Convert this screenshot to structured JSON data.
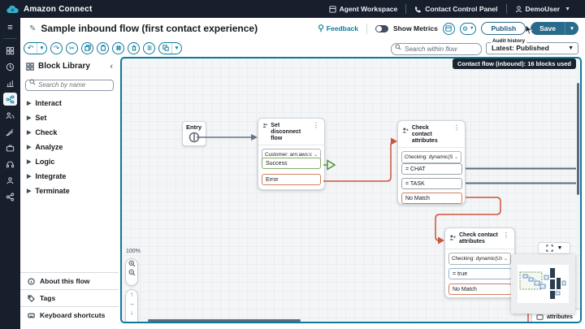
{
  "topbar": {
    "brand": "Amazon Connect",
    "agent_workspace": "Agent Workspace",
    "contact_control_panel": "Contact Control Panel",
    "user": "DemoUser"
  },
  "header": {
    "title": "Sample inbound flow (first contact experience)",
    "feedback": "Feedback",
    "show_metrics": "Show Metrics",
    "publish": "Publish",
    "save": "Save"
  },
  "toolbar": {
    "search_placeholder": "Search within flow",
    "audit_label": "Audit history",
    "audit_value": "Latest: Published"
  },
  "library": {
    "title": "Block Library",
    "search_placeholder": "Search by name",
    "sections": [
      "Interact",
      "Set",
      "Check",
      "Analyze",
      "Logic",
      "Integrate",
      "Terminate"
    ],
    "about": "About this flow",
    "tags": "Tags",
    "shortcuts": "Keyboard shortcuts"
  },
  "canvas": {
    "badge": "Contact flow (inbound): 16 blocks used",
    "zoom": "100%",
    "entry": "Entry",
    "blocks": [
      {
        "title": "Set disconnect flow",
        "param": "Customer: arn:aws:connec...",
        "outputs": [
          "Success",
          "Error"
        ]
      },
      {
        "title": "Check contact attributes",
        "param": "Checking: dynamic(Syste...",
        "outputs": [
          "= CHAT",
          "= TASK",
          "No Match"
        ]
      },
      {
        "title": "Check contact attributes",
        "param": "Checking: dynamic(User d...",
        "outputs": [
          "= true",
          "No Match"
        ]
      }
    ],
    "partial_block": "attributes"
  },
  "colors": {
    "topbar_bg": "#171f2c",
    "accent_teal": "#0d7a9c",
    "save_button": "#2a6b8c",
    "success_green": "#4f8a2f",
    "error_orange": "#cc5340",
    "neutral_line": "#5a6b7d",
    "info_blue": "#8fb3d1"
  }
}
